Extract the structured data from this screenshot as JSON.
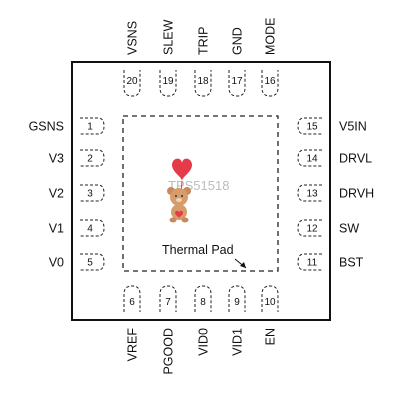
{
  "package": {
    "part_number": "TPS51518",
    "thermal_pad_label": "Thermal Pad",
    "watermark_icon": "teddy-bear-heart-icon"
  },
  "pins": {
    "left": [
      {
        "num": "1",
        "name": "GSNS"
      },
      {
        "num": "2",
        "name": "V3"
      },
      {
        "num": "3",
        "name": "V2"
      },
      {
        "num": "4",
        "name": "V1"
      },
      {
        "num": "5",
        "name": "V0"
      }
    ],
    "bottom": [
      {
        "num": "6",
        "name": "VREF"
      },
      {
        "num": "7",
        "name": "PGOOD"
      },
      {
        "num": "8",
        "name": "VID0"
      },
      {
        "num": "9",
        "name": "VID1"
      },
      {
        "num": "10",
        "name": "EN"
      }
    ],
    "right": [
      {
        "num": "11",
        "name": "BST"
      },
      {
        "num": "12",
        "name": "SW"
      },
      {
        "num": "13",
        "name": "DRVH"
      },
      {
        "num": "14",
        "name": "DRVL"
      },
      {
        "num": "15",
        "name": "V5IN"
      }
    ],
    "top": [
      {
        "num": "16",
        "name": "MODE"
      },
      {
        "num": "17",
        "name": "GND"
      },
      {
        "num": "18",
        "name": "TRIP"
      },
      {
        "num": "19",
        "name": "SLEW"
      },
      {
        "num": "20",
        "name": "VSNS"
      }
    ]
  },
  "colors": {
    "outline": "#111111",
    "heart": "#e53a48",
    "bear": "#c9895a"
  }
}
